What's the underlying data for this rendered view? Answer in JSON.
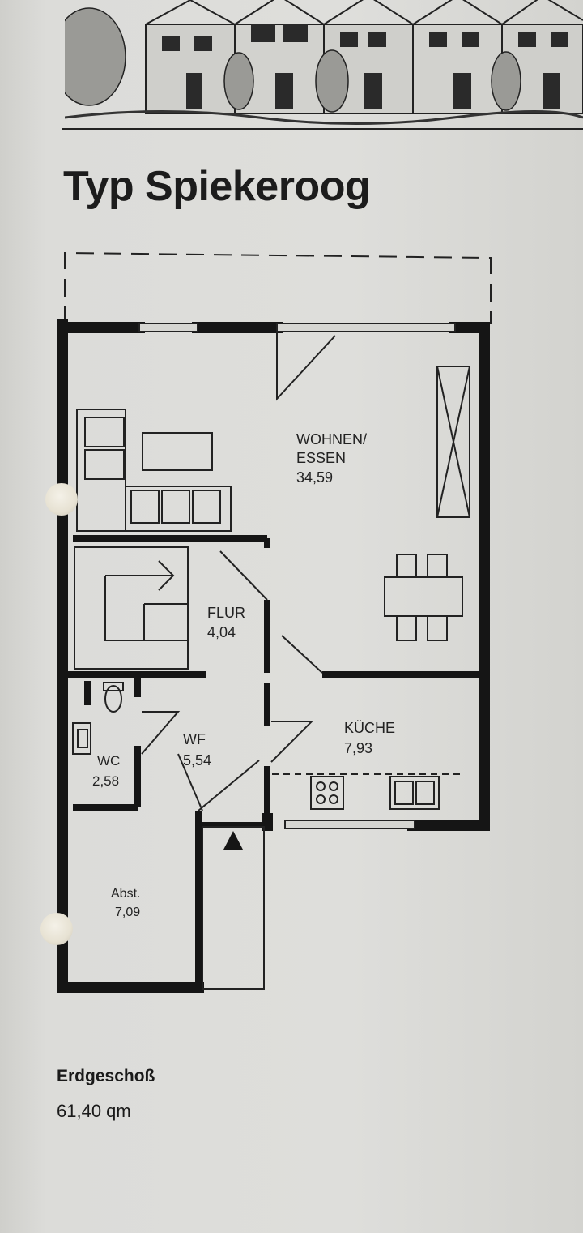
{
  "header": {
    "title": "Typ Spiekeroog"
  },
  "rooms": [
    {
      "id": "wohnen",
      "name_line1": "WOHNEN/",
      "name_line2": "ESSEN",
      "area": "34,59"
    },
    {
      "id": "flur",
      "name_line1": "FLUR",
      "area": "4,04"
    },
    {
      "id": "kueche",
      "name_line1": "KÜCHE",
      "area": "7,93"
    },
    {
      "id": "wf",
      "name_line1": "WF",
      "area": "5,54"
    },
    {
      "id": "wc",
      "name_line1": "WC",
      "area": "2,58"
    },
    {
      "id": "abst",
      "name_line1": "Abst.",
      "area": "7,09"
    }
  ],
  "footer": {
    "floor_name": "Erdgeschoß",
    "floor_area": "61,40 qm"
  }
}
